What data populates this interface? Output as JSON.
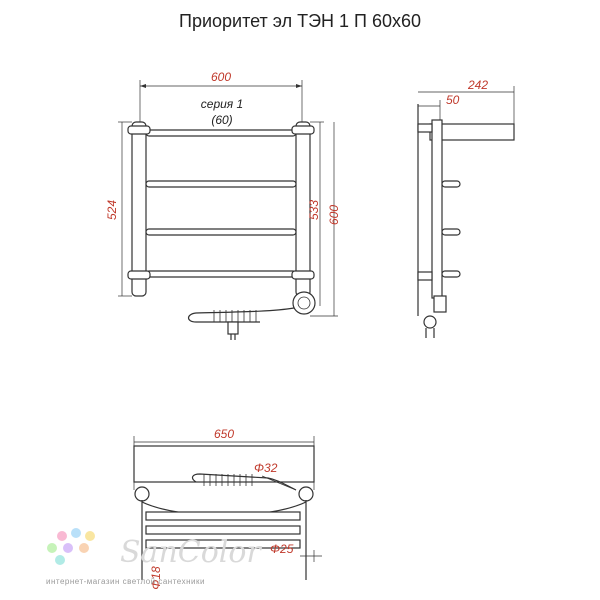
{
  "title": "Приоритет эл ТЭН 1 П 60х60",
  "front_view": {
    "series_label": "серия 1",
    "series_size": "(60)",
    "dim_width": "600",
    "dim_height_left": "524",
    "dim_height_inner": "533",
    "dim_height_outer": "600"
  },
  "side_view": {
    "dim_depth": "242",
    "dim_offset": "50"
  },
  "top_view": {
    "dim_width": "650",
    "dim_heater_diameter": "Φ32",
    "dim_pipe_diameter": "Φ25",
    "dim_rung_diameter": "Φ18"
  },
  "watermark": {
    "brand": "SanColor",
    "tagline": "интернет-магазин светлой сантехники",
    "dot_colors": [
      "#f7a8c8",
      "#a8d8f7",
      "#f7e08a",
      "#b8f0a8",
      "#d0b0f7",
      "#f7c8a0",
      "#9ee6e0"
    ]
  }
}
